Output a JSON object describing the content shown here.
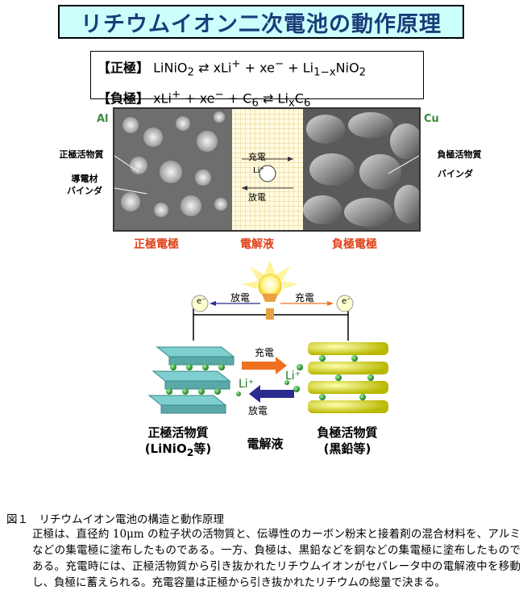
{
  "title": "リチウムイオン二次電池の動作原理",
  "equations": {
    "positive_tag": "【正極】",
    "positive_lhs": "LiNiO",
    "positive_lhs_sub": "2",
    "positive_arrow": "⇄",
    "positive_rhs_a": "xLi",
    "positive_rhs_a_sup": "+",
    "positive_plus1": "+",
    "positive_rhs_b": "xe",
    "positive_rhs_b_sup": "−",
    "positive_plus2": "+",
    "positive_rhs_c": "Li",
    "positive_rhs_c_sub": "1−x",
    "positive_rhs_c2": "NiO",
    "positive_rhs_c2_sub": "2",
    "negative_tag": "【負極】",
    "negative_lhs_a": "xLi",
    "negative_lhs_a_sup": "+",
    "negative_plus1": "+",
    "negative_lhs_b": "xe",
    "negative_lhs_b_sup": "−",
    "negative_plus2": "+",
    "negative_lhs_c": "C",
    "negative_lhs_c_sub": "6",
    "negative_arrow": "⇄",
    "negative_rhs": "Li",
    "negative_rhs_sub": "x",
    "negative_rhs2": "C",
    "negative_rhs2_sub": "6"
  },
  "micrograph": {
    "left_collector": "Al",
    "right_collector": "Cu",
    "positive_active": "正極活物質",
    "positive_conductive": "導電材",
    "positive_binder": "バインダ",
    "negative_active": "負極活物質",
    "negative_binder": "バインダ",
    "charge": "充電",
    "discharge": "放電",
    "ion": "Li⁺"
  },
  "regions": {
    "positive": "正極電極",
    "electrolyte": "電解液",
    "negative": "負極電極"
  },
  "circuit": {
    "electron": "e⁻",
    "discharge": "放電",
    "charge": "充電"
  },
  "mechanism": {
    "charge": "充電",
    "discharge": "放電",
    "ion": "Li⁺"
  },
  "materials": {
    "positive_line1": "正極活物質",
    "positive_line2_a": "(LiNiO",
    "positive_line2_sub": "2",
    "positive_line2_b": "等)",
    "electrolyte": "電解液",
    "negative_line1": "負極活物質",
    "negative_line2": "(黒鉛等)"
  },
  "caption": {
    "title": "図１　リチウムイオン電池の構造と動作原理",
    "body": "正極は、直径約 10μm の粒子状の活物質と、伝導性のカーボン粉末と接着剤の混合材料を、アルミなどの集電極に塗布したものである。一方、負極は、黒鉛などを銅などの集電極に塗布したものである。充電時には、正極活物質から引き抜かれたリチウムイオンがセパレータ中の電解液中を移動し、負極に蓄えられる。充電容量は正極から引き抜かれたリチウムの総量で決まる。"
  },
  "colors": {
    "title_bg": "#ccfffc",
    "title_text": "#1a3d7a",
    "electrode_label": "#e0421a",
    "collector_label": "#3c8c3c",
    "charge_arrow": "#f07020",
    "discharge_arrow": "#2c2c90",
    "lithium_ball": "#2a9a2a",
    "graphite_ball": "#d8d820",
    "oxide_block": "#7fcfcf"
  }
}
